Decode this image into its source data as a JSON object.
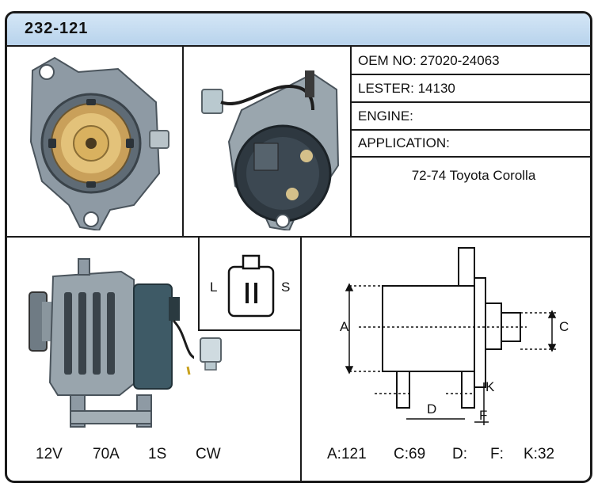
{
  "header": {
    "part_number": "232-121"
  },
  "specs": {
    "oem": "OEM NO: 27020-24063",
    "lester": "LESTER: 14130",
    "engine": "ENGINE:",
    "application": "APPLICATION:",
    "application_value": "72-74 Toyota Corolla"
  },
  "connector": {
    "left_label": "L",
    "right_label": "S"
  },
  "electrical": {
    "voltage": "12V",
    "amperage": "70A",
    "terminal": "1S",
    "rotation": "CW"
  },
  "dimensions": {
    "labels": {
      "a": "A",
      "c": "C",
      "d": "D",
      "f": "F",
      "k": "K"
    },
    "a": "A:121",
    "c": "C:69",
    "d": "D:",
    "f": "F:",
    "k": "K:32"
  },
  "colors": {
    "title_bar": "#c6dcf1",
    "border": "#1a1a1a",
    "alternator_body": "#7d8a93",
    "regulator": "#3e5a66"
  }
}
